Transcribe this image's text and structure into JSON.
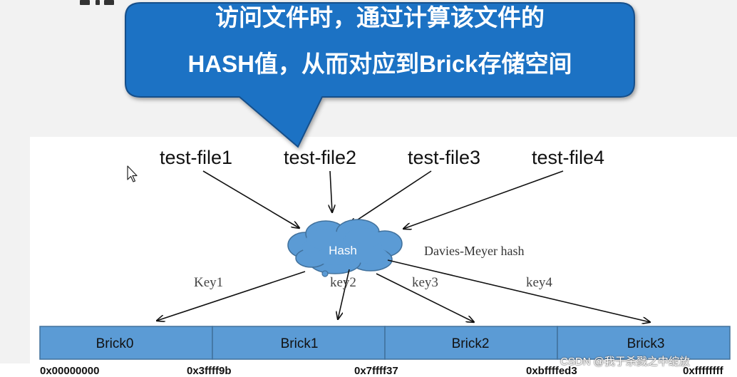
{
  "callout": {
    "line1": "访问文件时，通过计算该文件的",
    "line2": "HASH值，从而对应到Brick存储空间"
  },
  "files": [
    "test-file1",
    "test-file2",
    "test-file3",
    "test-file4"
  ],
  "hash": {
    "label": "Hash",
    "caption": "Davies-Meyer hash"
  },
  "keys": [
    "Key1",
    "key2",
    "key3",
    "key4"
  ],
  "bricks": [
    "Brick0",
    "Brick1",
    "Brick2",
    "Brick3"
  ],
  "addresses": [
    "0x00000000",
    "0x3ffff9b",
    "0x7ffff37",
    "0xbffffed3",
    "0xffffffff"
  ],
  "watermark": "CSDN @我于杀戮之中绽放",
  "colors": {
    "callout_fill": "#1f72c4",
    "callout_border": "#164f8a",
    "cloud_fill": "#5b9bd5",
    "brick_fill": "#5b9bd5",
    "arrow": "#111111"
  }
}
